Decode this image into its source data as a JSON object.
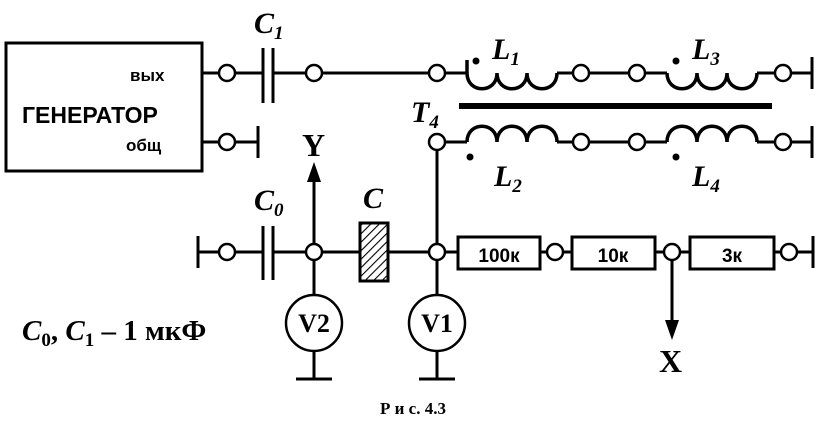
{
  "generator": {
    "name": "ГЕНЕРАТОР",
    "out_label": "вых",
    "common_label": "общ"
  },
  "capacitors": {
    "c1": {
      "letter": "C",
      "sub": "1"
    },
    "c0": {
      "letter": "C",
      "sub": "0"
    },
    "c": {
      "letter": "C"
    }
  },
  "coils": {
    "l1": {
      "letter": "L",
      "sub": "1"
    },
    "l2": {
      "letter": "L",
      "sub": "2"
    },
    "l3": {
      "letter": "L",
      "sub": "3"
    },
    "l4": {
      "letter": "L",
      "sub": "4"
    }
  },
  "terminal": {
    "letter": "T",
    "sub": "4"
  },
  "resistors": {
    "r1": "100к",
    "r2": "10к",
    "r3": "3к"
  },
  "voltmeters": {
    "v1": "V1",
    "v2": "V2"
  },
  "outputs": {
    "y": "Y",
    "x": "X"
  },
  "note": {
    "c0_letter": "C",
    "c0_sub": "0",
    "sep": ", ",
    "c1_letter": "C",
    "c1_sub": "1",
    "value": " – 1 мкФ"
  },
  "caption": "Р и с. 4.3"
}
